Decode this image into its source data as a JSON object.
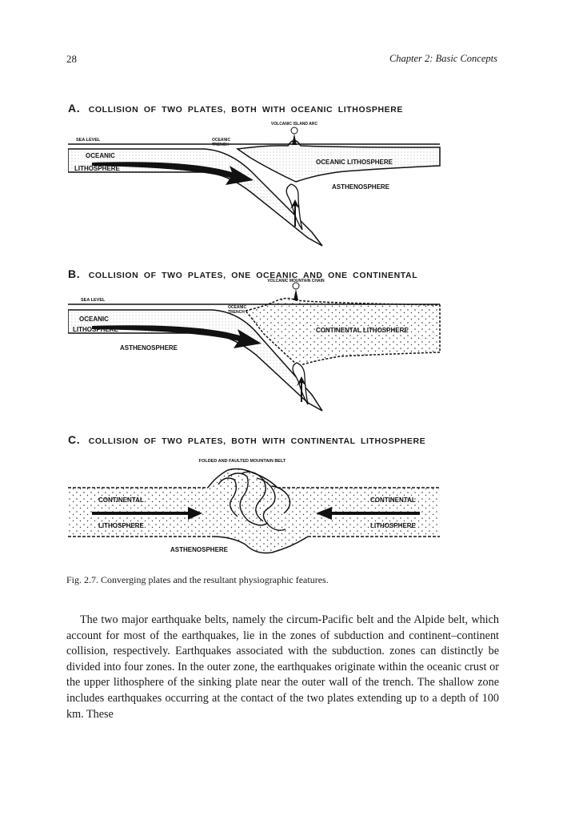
{
  "header": {
    "page_number": "28",
    "running_head": "Chapter 2: Basic Concepts"
  },
  "figure": {
    "panel_a": {
      "letter": "A.",
      "title": "COLLISION OF TWO PLATES, BOTH WITH OCEANIC LITHOSPHERE",
      "labels": {
        "arc": "VOLCANIC ISLAND ARC",
        "sea_level": "SEA LEVEL",
        "trench_1": "OCEANIC",
        "trench_2": "TRENCH",
        "left_plate_1": "OCEANIC",
        "left_plate_2": "LITHOSPHERE",
        "right_plate": "OCEANIC LITHOSPHERE",
        "asthenosphere": "ASTHENOSPHERE"
      }
    },
    "panel_b": {
      "letter": "B.",
      "title": "COLLISION OF TWO PLATES, ONE OCEANIC AND ONE CONTINENTAL",
      "labels": {
        "chain": "VOLCANIC MOUNTAIN CHAIN",
        "sea_level": "SEA LEVEL",
        "trench_1": "OCEANIC",
        "trench_2": "TRENCH",
        "left_plate_1": "OCEANIC",
        "left_plate_2": "LITHOSPHERE",
        "right_plate": "CONTINENTAL LITHOSPHERE",
        "asthenosphere": "ASTHENOSPHERE"
      }
    },
    "panel_c": {
      "letter": "C.",
      "title": "COLLISION OF TWO PLATES, BOTH WITH CONTINENTAL LITHOSPHERE",
      "labels": {
        "belt": "FOLDED AND FAULTED MOUNTAIN BELT",
        "left_plate_1": "CONTINENTAL",
        "left_plate_2": "LITHOSPHERE",
        "right_plate_1": "CONTINENTAL",
        "right_plate_2": "LITHOSPHERE",
        "asthenosphere": "ASTHENOSPHERE"
      }
    },
    "caption": "Fig. 2.7. Converging plates and the resultant physiographic features."
  },
  "body": {
    "paragraph": "The two major earthquake belts, namely the circum-Pacific belt and the Alpide belt, which account for most of the earthquakes, lie in the zones of subduction and continent–continent collision, respectively. Earthquakes associated with the subduction. zones can distinctly be divided into four zones. In the outer zone, the earthquakes originate within the oceanic crust or the upper lithosphere of the sinking plate near the outer wall of the trench. The shallow zone includes earthquakes occurring at the contact of the two plates extending up to a depth of 100 km. These"
  }
}
